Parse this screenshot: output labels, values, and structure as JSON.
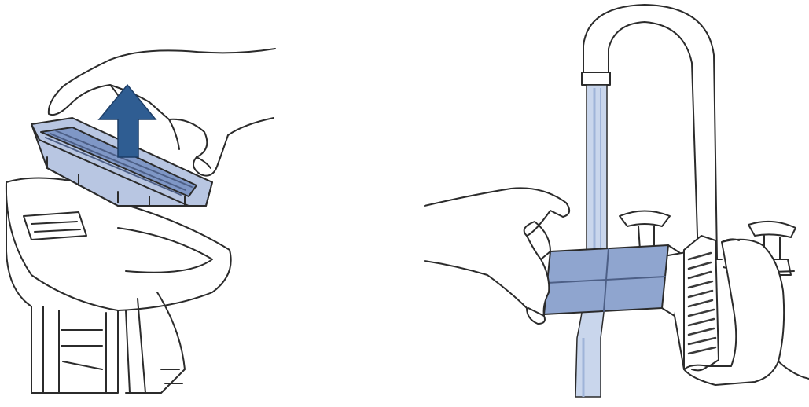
{
  "figure": {
    "panels": [
      {
        "id": "remove-filter",
        "arrow": "up"
      },
      {
        "id": "rinse-filter"
      }
    ]
  },
  "colors": {
    "line": "#2b2b2b",
    "arrow": "#2f5d92",
    "filter_blue": "#7f97c6",
    "filter_dark": "#4d5f86",
    "water": "#9fb4d9",
    "water_light": "#c9d6ec",
    "background": "#ffffff"
  },
  "icons": [
    "up-arrow-icon"
  ]
}
